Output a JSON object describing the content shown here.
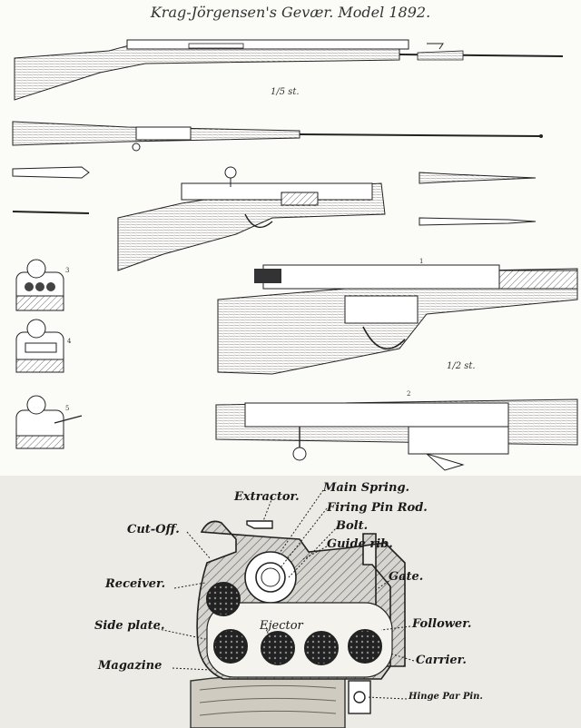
{
  "title": "Krag-Jörgensen's Gevær. Model 1892.",
  "scales": {
    "upper": "1/5 st.",
    "lower": "1/2 st."
  },
  "figure_numbers": [
    "2",
    "3",
    "4",
    "5",
    "1"
  ],
  "labels": {
    "extractor": "Extractor.",
    "main_spring": "Main Spring.",
    "firing_pin_rod": "Firing Pin Rod.",
    "bolt": "Bolt.",
    "guide_rib": "Guide rib.",
    "cut_off": "Cut-Off.",
    "gate": "Gate.",
    "receiver": "Receiver.",
    "follower": "Follower.",
    "side_plate": "Side plate.",
    "ejector": "Ejector",
    "carrier": "Carrier.",
    "magazine": "Magazine",
    "hinge_bar_pin": "Hinge Par Pin."
  },
  "colors": {
    "ink": "#222222",
    "wood": "#8a8478",
    "paper_top": "#fbfbf8",
    "paper_bottom": "#ecebe6"
  }
}
